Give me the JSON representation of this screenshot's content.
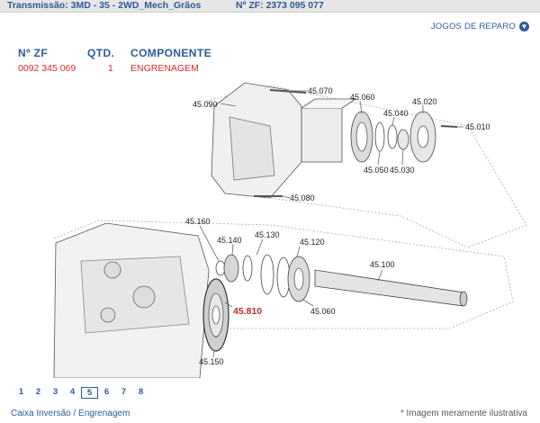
{
  "header": {
    "transmission": "Transmissão: 3MD - 35 - 2WD_Mech_Grãos",
    "zf_number": "Nº ZF: 2373 095 077"
  },
  "jogos_link": {
    "label": "JOGOS DE REPARO",
    "icon": "circle-down-arrow-icon"
  },
  "parts_table": {
    "headers": [
      "Nº ZF",
      "QTD.",
      "COMPONENTE"
    ],
    "rows": [
      {
        "zf": "0092 345 069",
        "qty": "1",
        "component": "ENGRENAGEM"
      }
    ]
  },
  "diagram": {
    "callouts": {
      "c45070": "45.070",
      "c45090": "45.090",
      "c45060a": "45.060",
      "c45020": "45.020",
      "c45040": "45.040",
      "c45010": "45.010",
      "c45050": "45.050",
      "c45030": "45.030",
      "c45080": "45.080",
      "c45160": "45.160",
      "c45130": "45.130",
      "c45140": "45.140",
      "c45120": "45.120",
      "c45100": "45.100",
      "c45810": "45.810",
      "c45060b": "45.060",
      "c45150": "45.150"
    },
    "highlight_color": "#c62828"
  },
  "pager": {
    "pages": [
      "1",
      "2",
      "3",
      "4",
      "5",
      "6",
      "7",
      "8"
    ],
    "active": "5"
  },
  "footer": {
    "breadcrumb": "Caixa Inversão / Engrenagem",
    "note": "* Imagem meramente ilustrativa"
  }
}
